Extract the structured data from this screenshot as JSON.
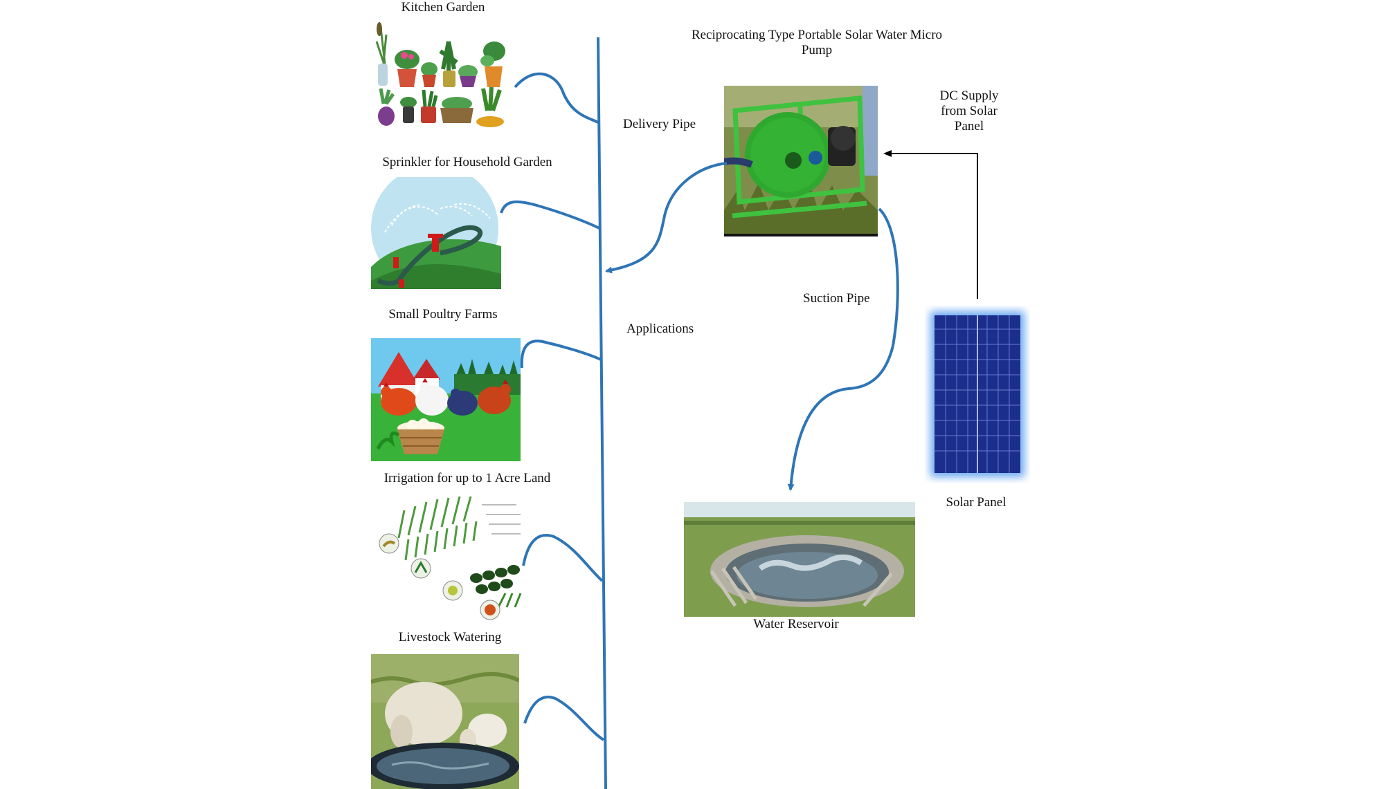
{
  "title": [
    "Reciprocating Type Portable Solar Water Micro",
    "Pump"
  ],
  "labels": {
    "delivery_pipe": "Delivery Pipe",
    "applications": "Applications",
    "suction_pipe": "Suction Pipe",
    "dc_supply": [
      "DC Supply",
      "from Solar",
      "Panel"
    ],
    "solar_panel": "Solar Panel",
    "water_reservoir": "Water Reservoir"
  },
  "applications": [
    {
      "label": "Kitchen Garden"
    },
    {
      "label": "Sprinkler for Household Garden"
    },
    {
      "label": "Small Poultry Farms"
    },
    {
      "label": "Irrigation for up to 1 Acre Land"
    },
    {
      "label": "Livestock Watering"
    }
  ],
  "colors": {
    "pipe": "#2E75B6",
    "arrow_black": "#000000",
    "pump_frame": "#3FC23F",
    "panel_blue": "#1C2E8C"
  }
}
